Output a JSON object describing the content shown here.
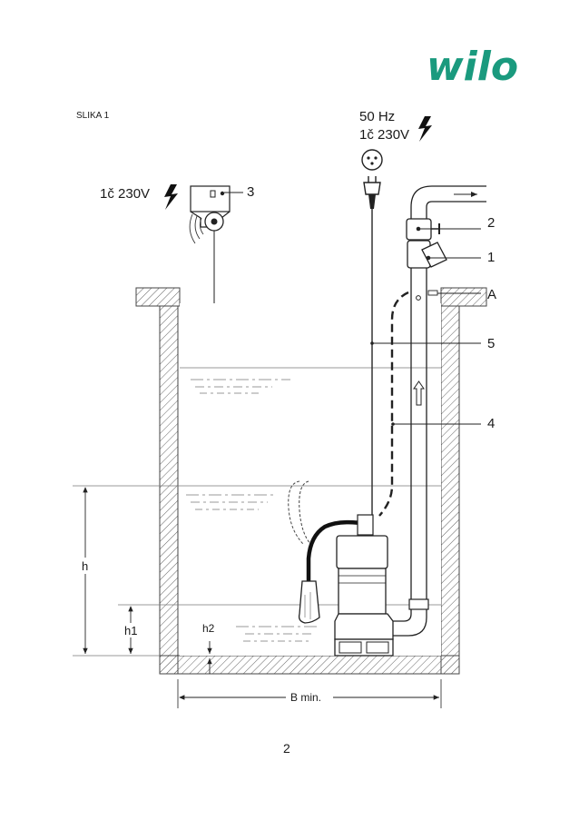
{
  "brand": {
    "logo_text": "wilo",
    "color": "#1a9a7e"
  },
  "figure": {
    "label": "SLIKA 1"
  },
  "power": {
    "frequency": "50 Hz",
    "supply_main": "1č 230V",
    "supply_alarm": "1č 230V"
  },
  "callouts": {
    "c1": "1",
    "c2": "2",
    "c3": "3",
    "c4": "4",
    "c5": "5",
    "cA": "A"
  },
  "dimensions": {
    "h": "h",
    "h1": "h1",
    "h2": "h2",
    "b_min": "B min."
  },
  "footer": {
    "page_number": "2"
  }
}
